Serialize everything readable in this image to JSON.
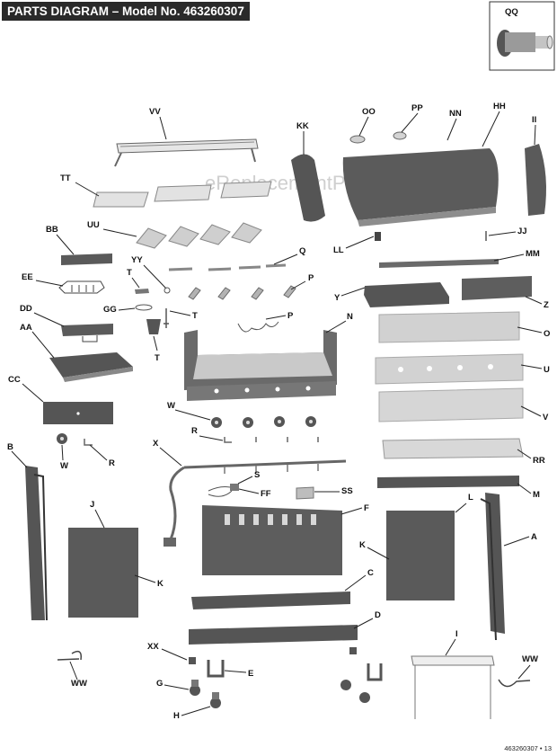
{
  "title": "PARTS DIAGRAM – Model No. 463260307",
  "footer": "463260307 • 13",
  "watermark": "eReplacementParts.com",
  "colors": {
    "part_dark": "#4d4d4d",
    "part_mid": "#8a8a8a",
    "part_light": "#d0d0d0",
    "line": "#222222"
  },
  "labels": {
    "QQ": "QQ",
    "VV": "VV",
    "KK": "KK",
    "OO": "OO",
    "PP": "PP",
    "NN": "NN",
    "HH": "HH",
    "II": "II",
    "TT": "TT",
    "UU": "UU",
    "BB": "BB",
    "LL": "LL",
    "JJ": "JJ",
    "MM": "MM",
    "Q": "Q",
    "YY": "YY",
    "EE": "EE",
    "T1": "T",
    "T2": "T",
    "T3": "T",
    "P1": "P",
    "P2": "P",
    "Y": "Y",
    "Z": "Z",
    "DD": "DD",
    "GG": "GG",
    "AA": "AA",
    "N": "N",
    "O": "O",
    "CC": "CC",
    "U": "U",
    "V": "V",
    "W1": "W",
    "W2": "W",
    "R1": "R",
    "R2": "R",
    "X": "X",
    "B": "B",
    "RR": "RR",
    "S": "S",
    "FF": "FF",
    "SS": "SS",
    "M": "M",
    "J": "J",
    "L": "L",
    "F": "F",
    "K1": "K",
    "K2": "K",
    "A": "A",
    "C": "C",
    "D": "D",
    "XX": "XX",
    "E": "E",
    "I": "I",
    "WW1": "WW",
    "WW2": "WW",
    "G": "G",
    "H": "H"
  }
}
